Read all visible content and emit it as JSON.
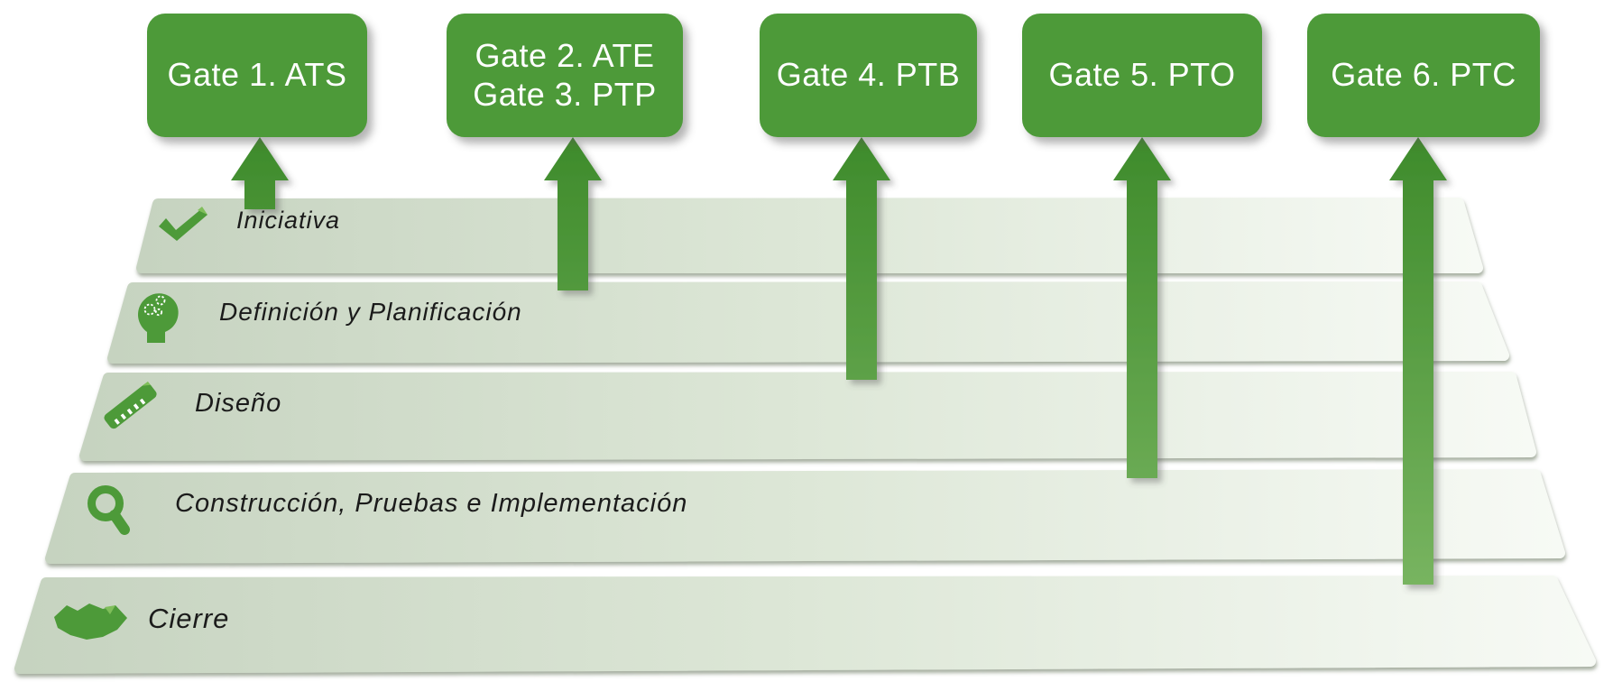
{
  "diagram": {
    "kind": "phase-gate-process-diagram",
    "language": "es"
  },
  "colors": {
    "gate_green": "#4d9a39",
    "arrow_dark": "#3e8b2b",
    "arrow_light": "#79b561",
    "band_left": "#c6d3c0",
    "band_mid": "#dde7d7",
    "band_right": "#f7faf5",
    "icon_green": "#4d9a39",
    "icon_green_light": "#7fbe5a",
    "label_text": "#1b1b1b",
    "gate_text": "#ffffff"
  },
  "gates": [
    {
      "id": "gate-1",
      "lines": [
        "Gate 1. ATS"
      ]
    },
    {
      "id": "gate-2-3",
      "lines": [
        "Gate 2. ATE",
        "Gate 3. PTP"
      ]
    },
    {
      "id": "gate-4",
      "lines": [
        "Gate 4. PTB"
      ]
    },
    {
      "id": "gate-5",
      "lines": [
        "Gate 5. PTO"
      ]
    },
    {
      "id": "gate-6",
      "lines": [
        "Gate 6. PTC"
      ]
    }
  ],
  "phases": [
    {
      "label": "Iniciativa",
      "icon": "checkmark-icon"
    },
    {
      "label": "Definición y Planificación",
      "icon": "head-gears-icon"
    },
    {
      "label": "Diseño",
      "icon": "ruler-icon"
    },
    {
      "label": "Construcción, Pruebas e Implementación",
      "icon": "magnifier-icon"
    },
    {
      "label": "Cierre",
      "icon": "handshake-icon"
    }
  ]
}
